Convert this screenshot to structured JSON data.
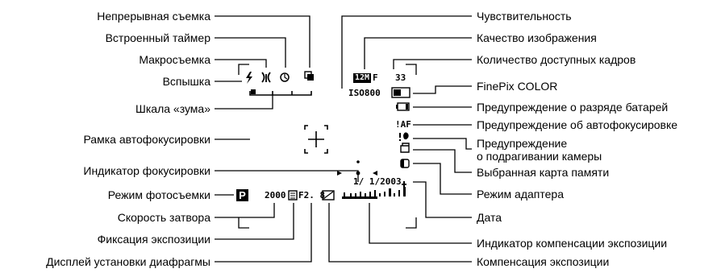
{
  "labels_left": [
    {
      "key": "continuous",
      "text": "Непрерывная съемка"
    },
    {
      "key": "selftimer",
      "text": "Встроенный таймер"
    },
    {
      "key": "macro",
      "text": "Макросъемка"
    },
    {
      "key": "flash",
      "text": "Вспышка"
    },
    {
      "key": "zoom",
      "text": "Шкала «зума»"
    },
    {
      "key": "af_frame",
      "text": "Рамка автофокусировки"
    },
    {
      "key": "focus_ind",
      "text": "Индикатор фокусировки"
    },
    {
      "key": "shoot_mode",
      "text": "Режим фотосъемки"
    },
    {
      "key": "shutter",
      "text": "Скорость затвора"
    },
    {
      "key": "ae_lock",
      "text": "Фиксация экспозиции"
    },
    {
      "key": "aperture",
      "text": "Дисплей установки диафрагмы"
    }
  ],
  "labels_right": [
    {
      "key": "sensitivity",
      "text": "Чувствительность"
    },
    {
      "key": "quality",
      "text": "Качество изображения"
    },
    {
      "key": "frames",
      "text": "Количество доступных кадров"
    },
    {
      "key": "finepix",
      "text": "FinePix COLOR"
    },
    {
      "key": "battery",
      "text": "Предупреждение о разряде батарей"
    },
    {
      "key": "af_warn",
      "text": "Предупреждение об автофокусировке"
    },
    {
      "key": "shake_warn",
      "text": "Предупреждение\nо подрагивании камеры"
    },
    {
      "key": "card",
      "text": "Выбранная карта памяти"
    },
    {
      "key": "adapter",
      "text": "Режим адаптера"
    },
    {
      "key": "date",
      "text": "Дата"
    },
    {
      "key": "ev_ind",
      "text": "Индикатор компенсации экспозиции"
    },
    {
      "key": "ev_comp",
      "text": "Компенсация экспозиции"
    }
  ],
  "screen": {
    "quality_badge": "12M",
    "quality_letter": "F",
    "frames_count": "33",
    "iso": "ISO800",
    "af_warning": "!AF",
    "date": "1/ 1/2003",
    "mode": "P",
    "shutter": "2000",
    "aperture": "F2. 8"
  }
}
